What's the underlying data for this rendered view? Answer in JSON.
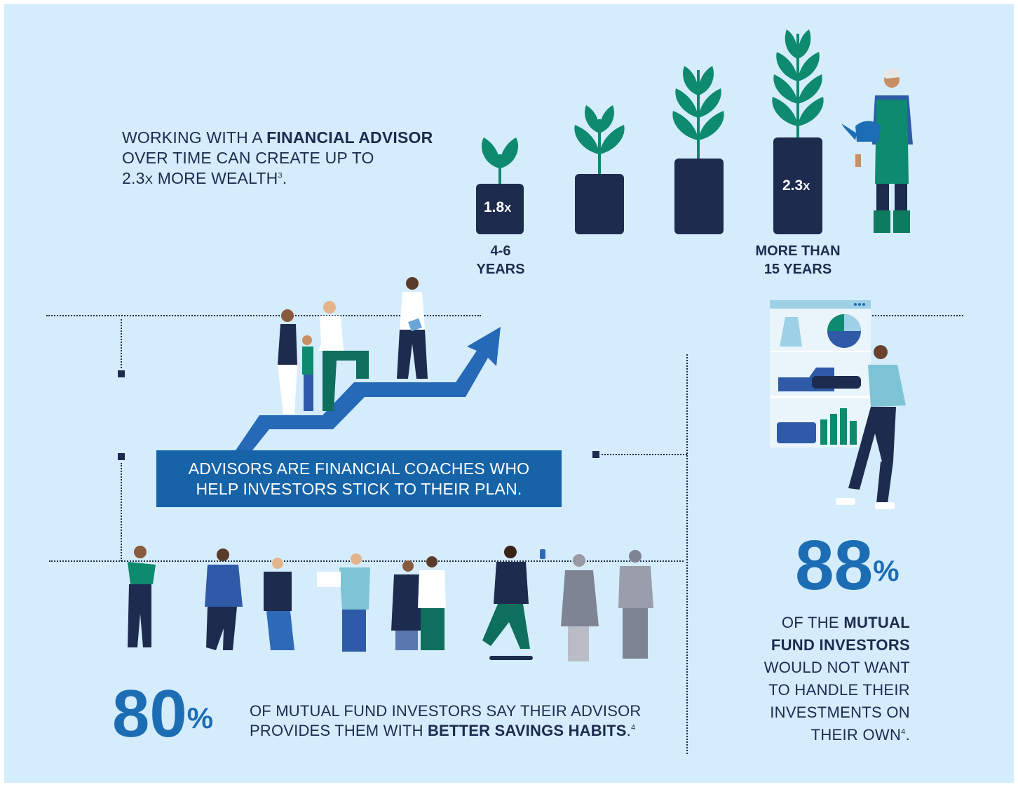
{
  "wealth": {
    "line1_prefix": "WORKING WITH A ",
    "line1_bold": "FINANCIAL ADVISOR",
    "line2": "OVER TIME CAN CREATE UP TO",
    "line3_num": "2.3",
    "line3_x": "X",
    "line3_rest": " MORE WEALTH",
    "line3_sup": "3",
    "line3_end": "."
  },
  "plants": {
    "first_value": "1.8",
    "first_suffix": "X",
    "last_value": "2.3",
    "last_suffix": "X",
    "first_label_line1": "4-6",
    "first_label_line2": "YEARS",
    "last_label_line1": "MORE THAN",
    "last_label_line2": "15 YEARS"
  },
  "coach": {
    "line1": "ADVISORS ARE FINANCIAL COACHES WHO",
    "line2": "HELP INVESTORS STICK TO THEIR PLAN."
  },
  "stat80": {
    "number": "80",
    "pct": "%",
    "line1": "OF MUTUAL FUND INVESTORS SAY THEIR ADVISOR",
    "line2_prefix": "PROVIDES THEM WITH ",
    "line2_bold": "BETTER SAVINGS HABITS",
    "line2_end": ".",
    "sup": "4"
  },
  "stat88": {
    "number": "88",
    "pct": "%",
    "line1_prefix": "OF THE ",
    "line1_bold": "MUTUAL",
    "line2_bold": "FUND INVESTORS",
    "line3": "WOULD NOT WANT",
    "line4": "TO HANDLE THEIR",
    "line5": "INVESTMENTS ON",
    "line6_text": "THEIR OWN",
    "sup": "4",
    "line6_end": "."
  },
  "colors": {
    "background": "#d4ecfb",
    "navy": "#1d2b4f",
    "accent_blue": "#1d6db5",
    "box_blue": "#1763a8",
    "plant_green": "#0e8a6f"
  }
}
